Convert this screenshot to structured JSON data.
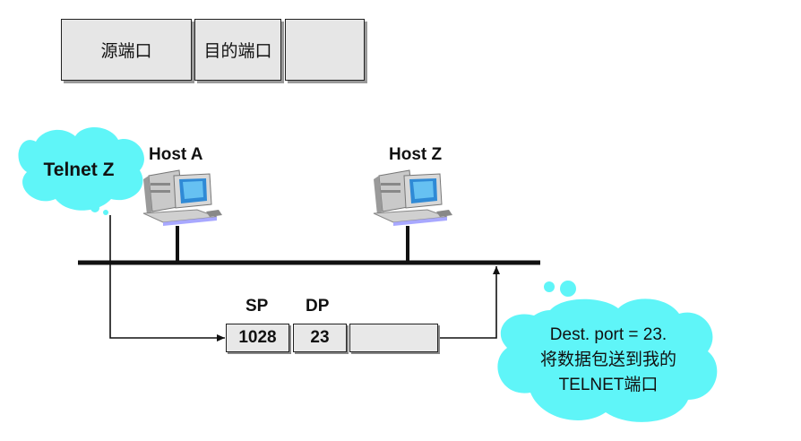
{
  "header_segment": {
    "cells": [
      "源端口",
      "目的端口",
      ""
    ]
  },
  "hosts": {
    "host_a": "Host A",
    "host_z": "Host Z"
  },
  "request_cloud": {
    "text": "Telnet Z"
  },
  "packet": {
    "sp_label": "SP",
    "dp_label": "DP",
    "sp_value": "1028",
    "dp_value": "23",
    "data_value": ""
  },
  "response_cloud": {
    "line1": "Dest. port = 23.",
    "line2": "将数据包送到我的",
    "line3": "TELNET端口"
  },
  "colors": {
    "cloud": "#5ff5f8",
    "segment_fill": "#e6e6e6",
    "line": "#111111"
  }
}
